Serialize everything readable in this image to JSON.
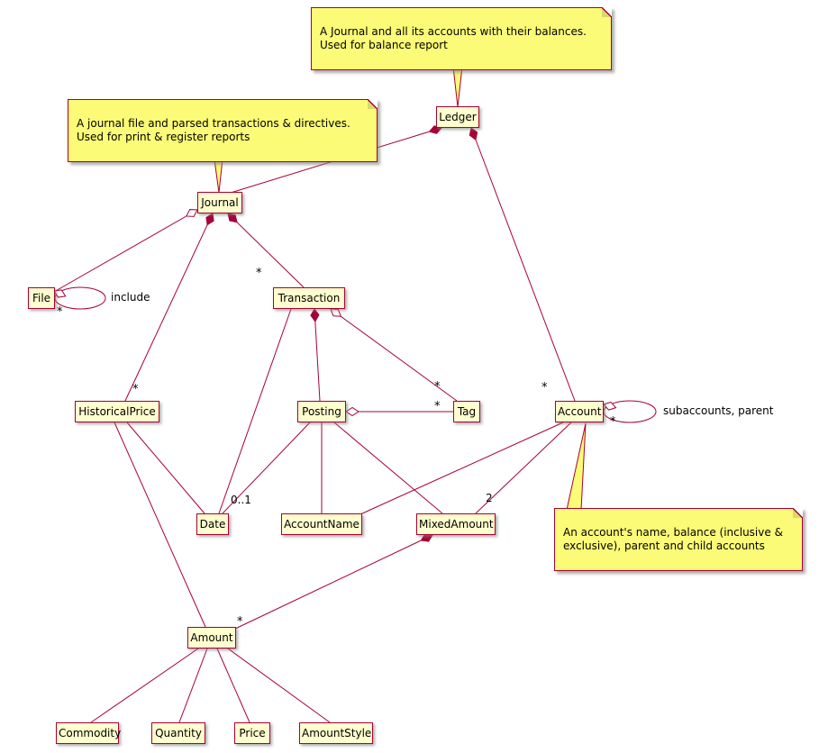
{
  "diagram_type": "uml-class-diagram",
  "notes": {
    "ledger": {
      "text": "A Journal and all its accounts with their balances.\nUsed for balance report"
    },
    "journal": {
      "text": "A journal file and parsed transactions & directives.\nUsed for print & register reports"
    },
    "account": {
      "text": "An account's name, balance (inclusive &\nexclusive), parent and child accounts"
    }
  },
  "classes": {
    "ledger": "Ledger",
    "journal": "Journal",
    "file": "File",
    "transaction": "Transaction",
    "historicalprice": "HistoricalPrice",
    "posting": "Posting",
    "tag": "Tag",
    "account": "Account",
    "date": "Date",
    "accountname": "AccountName",
    "mixedamount": "MixedAmount",
    "amount": "Amount",
    "commodity": "Commodity",
    "quantity": "Quantity",
    "price": "Price",
    "amountstyle": "AmountStyle"
  },
  "edge_labels": {
    "file_self": "include",
    "file_self_mult": "*",
    "journal_transaction_mult": "*",
    "journal_historicalprice_mult": "*",
    "ledger_account_mult": "*",
    "transaction_tag_mult": "*",
    "posting_tag_mult": "*",
    "posting_date_mult": "0..1",
    "account_mixedamount_mult": "2",
    "account_self": "subaccounts, parent",
    "account_self_mult": "*",
    "mixedamount_amount_mult": "*"
  },
  "relationships": [
    {
      "from": "Ledger",
      "to": "Journal",
      "type": "composition"
    },
    {
      "from": "Ledger",
      "to": "Account",
      "type": "composition",
      "multiplicity": "*"
    },
    {
      "from": "Journal",
      "to": "File",
      "type": "aggregation"
    },
    {
      "from": "File",
      "to": "File",
      "type": "aggregation",
      "multiplicity": "*",
      "label": "include"
    },
    {
      "from": "Journal",
      "to": "Transaction",
      "type": "composition",
      "multiplicity": "*"
    },
    {
      "from": "Journal",
      "to": "HistoricalPrice",
      "type": "composition",
      "multiplicity": "*"
    },
    {
      "from": "Transaction",
      "to": "Date",
      "type": "association"
    },
    {
      "from": "Transaction",
      "to": "Posting",
      "type": "composition"
    },
    {
      "from": "Transaction",
      "to": "Tag",
      "type": "aggregation",
      "multiplicity": "*"
    },
    {
      "from": "Posting",
      "to": "Tag",
      "type": "aggregation",
      "multiplicity": "*"
    },
    {
      "from": "Posting",
      "to": "Date",
      "type": "association",
      "multiplicity": "0..1"
    },
    {
      "from": "Posting",
      "to": "AccountName",
      "type": "association"
    },
    {
      "from": "Posting",
      "to": "MixedAmount",
      "type": "association"
    },
    {
      "from": "Account",
      "to": "Account",
      "type": "aggregation",
      "multiplicity": "*",
      "label": "subaccounts, parent"
    },
    {
      "from": "Account",
      "to": "AccountName",
      "type": "association"
    },
    {
      "from": "Account",
      "to": "MixedAmount",
      "type": "association",
      "multiplicity": "2"
    },
    {
      "from": "HistoricalPrice",
      "to": "Date",
      "type": "association"
    },
    {
      "from": "HistoricalPrice",
      "to": "Amount",
      "type": "association"
    },
    {
      "from": "MixedAmount",
      "to": "Amount",
      "type": "composition",
      "multiplicity": "*"
    },
    {
      "from": "Amount",
      "to": "Commodity",
      "type": "association"
    },
    {
      "from": "Amount",
      "to": "Quantity",
      "type": "association"
    },
    {
      "from": "Amount",
      "to": "Price",
      "type": "association"
    },
    {
      "from": "Amount",
      "to": "AmountStyle",
      "type": "association"
    }
  ],
  "colors": {
    "line": "#A80036",
    "class_fill": "#FEFECE",
    "note_fill": "#FBFB77",
    "background": "#FFFFFF"
  }
}
